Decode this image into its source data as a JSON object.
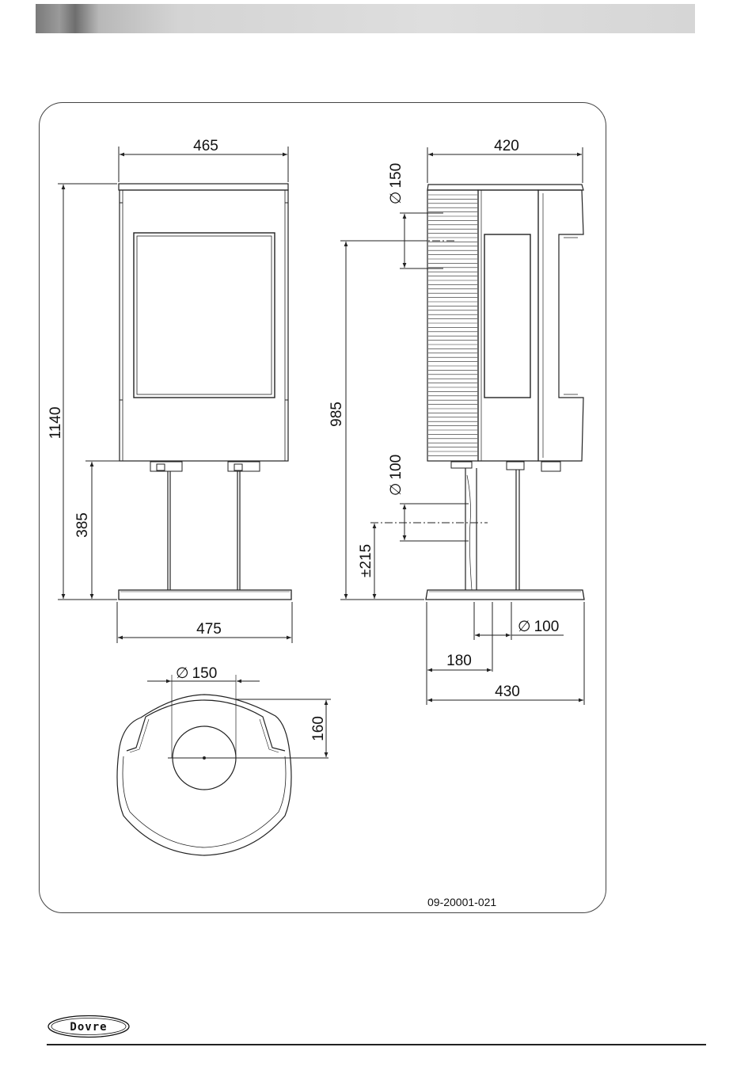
{
  "drawing_code": "09-20001-021",
  "brand": "Dovre",
  "front_view": {
    "width_top": "465",
    "total_height": "1140",
    "stand_height": "385",
    "base_width": "475"
  },
  "side_view": {
    "depth_top": "420",
    "flue_diameter_top": "150",
    "flue_center_height": "985",
    "bottom_outlet_diameter": "100",
    "bottom_outlet_height": "215",
    "bottom_outlet_height_prefix": "±",
    "base_outlet_diameter": "100",
    "outlet_offset": "180",
    "base_depth": "430",
    "diameter_symbol": "∅"
  },
  "top_view": {
    "flue_diameter": "150",
    "flue_offset": "160"
  }
}
